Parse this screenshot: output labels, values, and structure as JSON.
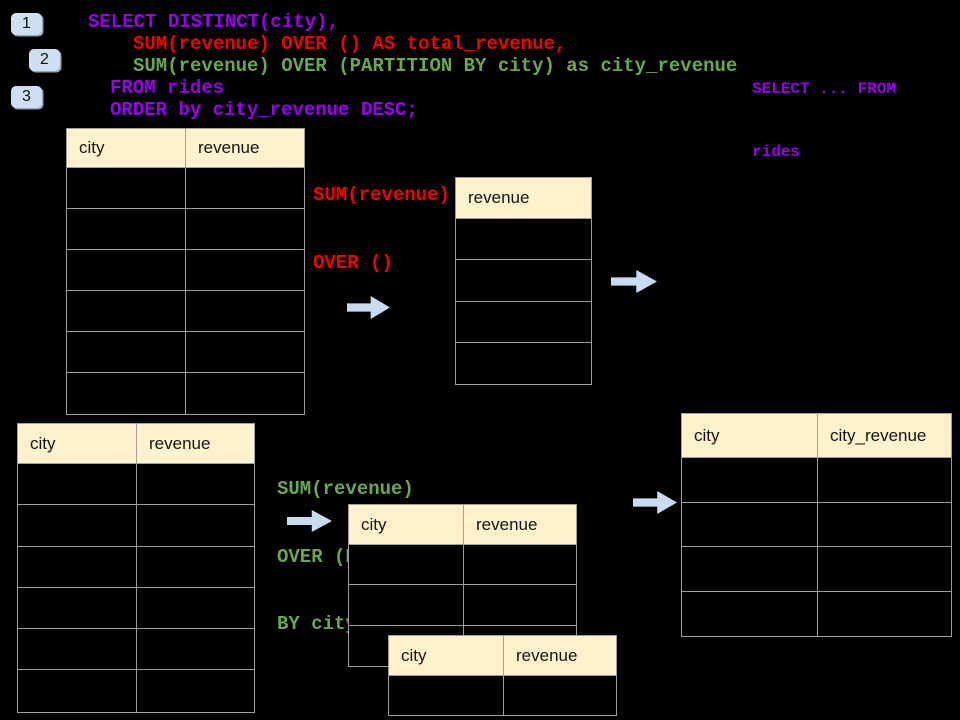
{
  "badges": [
    {
      "label": "1"
    },
    {
      "label": "2"
    },
    {
      "label": "3"
    }
  ],
  "code": {
    "lines": [
      {
        "text": "SELECT DISTINCT(city),",
        "color": "purple"
      },
      {
        "text": "SUM(revenue) OVER () AS total_revenue,",
        "color": "red"
      },
      {
        "text": "SUM(revenue) OVER (PARTITION BY city) as city_revenue",
        "color": "green"
      },
      {
        "text": "FROM rides",
        "color": "purple"
      },
      {
        "text": "ORDER by city_revenue DESC;",
        "color": "purple"
      }
    ]
  },
  "side_note": {
    "line1": "SELECT ... FROM",
    "line2": "rides"
  },
  "callouts": {
    "total_revenue": {
      "line1": "SUM(revenue)",
      "line2": "OVER ()",
      "color": "#F40000"
    },
    "partition": {
      "line1": "SUM(revenue)",
      "line2": "OVER (PARTITION",
      "line3": "BY city)",
      "color": "#6AA84F"
    }
  },
  "tables": {
    "source_top": {
      "headers": [
        "city",
        "revenue"
      ],
      "body_rows": 6
    },
    "total_revenue": {
      "headers": [
        "revenue"
      ],
      "body_rows": 4
    },
    "source_bottom": {
      "headers": [
        "city",
        "revenue"
      ],
      "body_rows": 6
    },
    "partition_a": {
      "headers": [
        "city",
        "revenue"
      ],
      "body_rows": 3
    },
    "partition_b": {
      "headers": [
        "city",
        "revenue"
      ],
      "body_rows": 1
    },
    "result": {
      "headers": [
        "city",
        "city_revenue"
      ],
      "body_rows": 4
    }
  },
  "colors": {
    "background": "#000000",
    "code_purple": "#9900EE",
    "code_red": "#F40000",
    "code_green": "#6AA84F",
    "table_header_fill": "#FFF2CC",
    "table_border": "#9E9E9E",
    "arrow_fill": "#C9DBF0",
    "badge_fill": "#CDDFF1"
  }
}
